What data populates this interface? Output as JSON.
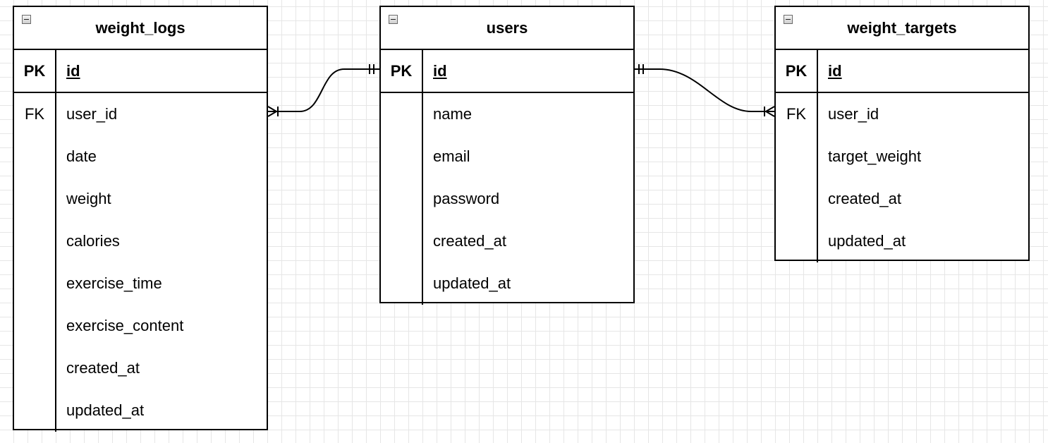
{
  "entities": [
    {
      "title": "weight_logs",
      "pk": {
        "key": "PK",
        "name": "id"
      },
      "fields": [
        {
          "key": "FK",
          "name": "user_id"
        },
        {
          "key": "",
          "name": "date"
        },
        {
          "key": "",
          "name": "weight"
        },
        {
          "key": "",
          "name": "calories"
        },
        {
          "key": "",
          "name": "exercise_time"
        },
        {
          "key": "",
          "name": "exercise_content"
        },
        {
          "key": "",
          "name": "created_at"
        },
        {
          "key": "",
          "name": "updated_at"
        }
      ]
    },
    {
      "title": "users",
      "pk": {
        "key": "PK",
        "name": "id"
      },
      "fields": [
        {
          "key": "",
          "name": "name"
        },
        {
          "key": "",
          "name": "email"
        },
        {
          "key": "",
          "name": "password"
        },
        {
          "key": "",
          "name": "created_at"
        },
        {
          "key": "",
          "name": "updated_at"
        }
      ]
    },
    {
      "title": "weight_targets",
      "pk": {
        "key": "PK",
        "name": "id"
      },
      "fields": [
        {
          "key": "FK",
          "name": "user_id"
        },
        {
          "key": "",
          "name": "target_weight"
        },
        {
          "key": "",
          "name": "created_at"
        },
        {
          "key": "",
          "name": "updated_at"
        }
      ]
    }
  ],
  "relationships": [
    {
      "from": "users.id",
      "from_cardinality": "one-and-only-one",
      "to": "weight_logs.user_id",
      "to_cardinality": "one-or-many"
    },
    {
      "from": "users.id",
      "from_cardinality": "one-and-only-one",
      "to": "weight_targets.user_id",
      "to_cardinality": "one-or-many"
    }
  ]
}
